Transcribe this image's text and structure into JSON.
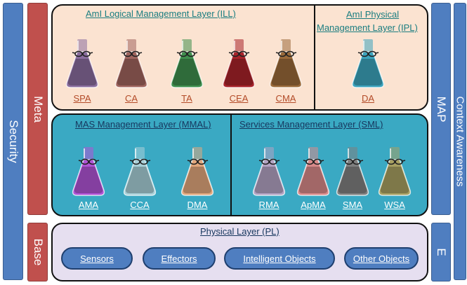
{
  "side": {
    "security": "Security",
    "meta": "Meta",
    "base": "Base",
    "map": "MAP",
    "e": "E",
    "context": "Context Awareness"
  },
  "ill": {
    "title": "AmI Logical Management Layer (ILL)",
    "flasks": [
      {
        "label": "SPA",
        "color": "#8a6d9e"
      },
      {
        "label": "CA",
        "color": "#a0655e"
      },
      {
        "label": "TA",
        "color": "#3f8f4e"
      },
      {
        "label": "CEA",
        "color": "#a8232a"
      },
      {
        "label": "CMA",
        "color": "#9a6a3a"
      }
    ]
  },
  "ipl": {
    "title_line1": "AmI Physical",
    "title_line2": "Management Layer (IPL)",
    "flasks": [
      {
        "label": "DA",
        "color": "#3ca4bd"
      }
    ]
  },
  "mmal": {
    "title": "MAS Management Layer (MMAL)",
    "flasks": [
      {
        "label": "AMA",
        "color": "#b054d6"
      },
      {
        "label": "CCA",
        "color": "#a9d0d8"
      },
      {
        "label": "DMA",
        "color": "#e2a77c"
      }
    ]
  },
  "sml": {
    "title": "Services Management Layer (SML)",
    "flasks": [
      {
        "label": "RMA",
        "color": "#b3a3c3"
      },
      {
        "label": "ApMA",
        "color": "#d98a8a"
      },
      {
        "label": "SMA",
        "color": "#808080"
      },
      {
        "label": "WSA",
        "color": "#a8a062"
      }
    ]
  },
  "pl": {
    "title": "Physical Layer (PL)",
    "items": [
      "Sensors",
      "Effectors",
      "Intelligent Objects",
      "Other Objects"
    ]
  }
}
